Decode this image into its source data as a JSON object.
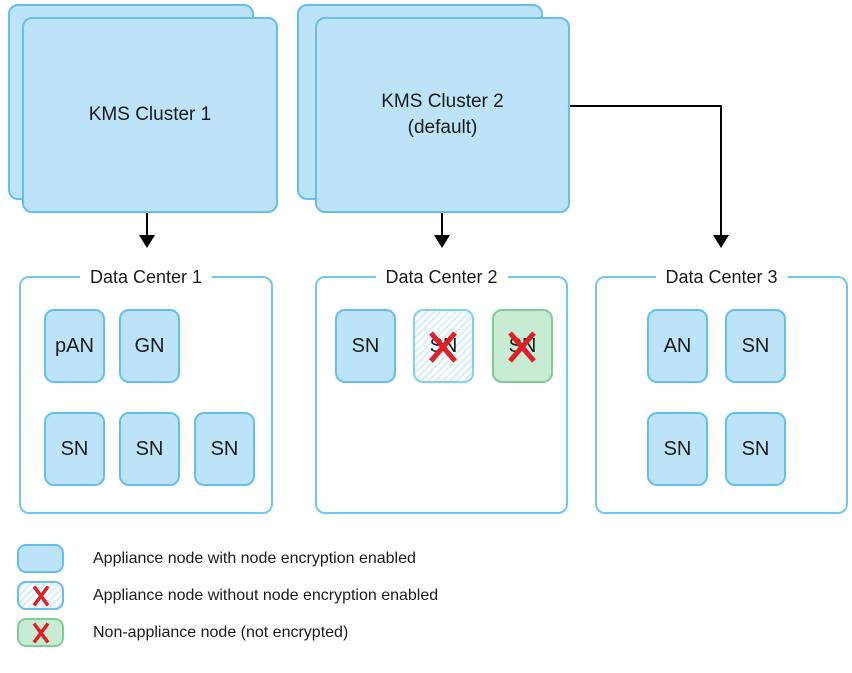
{
  "clusters": [
    {
      "label": "KMS Cluster 1",
      "sublabel": ""
    },
    {
      "label": "KMS Cluster 2",
      "sublabel": "(default)"
    }
  ],
  "data_centers": [
    {
      "title": "Data Center 1",
      "nodes": [
        {
          "label": "pAN",
          "type": "appliance-encrypted"
        },
        {
          "label": "GN",
          "type": "appliance-encrypted"
        },
        {
          "label": "SN",
          "type": "appliance-encrypted"
        },
        {
          "label": "SN",
          "type": "appliance-encrypted"
        },
        {
          "label": "SN",
          "type": "appliance-encrypted"
        }
      ]
    },
    {
      "title": "Data Center 2",
      "nodes": [
        {
          "label": "SN",
          "type": "appliance-encrypted"
        },
        {
          "label": "SN",
          "type": "appliance-not-encrypted"
        },
        {
          "label": "SN",
          "type": "non-appliance"
        }
      ]
    },
    {
      "title": "Data Center 3",
      "nodes": [
        {
          "label": "AN",
          "type": "appliance-encrypted"
        },
        {
          "label": "SN",
          "type": "appliance-encrypted"
        },
        {
          "label": "SN",
          "type": "appliance-encrypted"
        },
        {
          "label": "SN",
          "type": "appliance-encrypted"
        }
      ]
    }
  ],
  "legend": {
    "items": [
      {
        "label": "Appliance node with node encryption enabled"
      },
      {
        "label": "Appliance node without node encryption enabled"
      },
      {
        "label": "Non-appliance node (not encrypted)"
      }
    ]
  },
  "colors": {
    "node_fill": "#bde3f8",
    "node_border": "#64bfef",
    "dc_border": "#6fc8f3",
    "green_fill": "#c8ebd4",
    "green_border": "#7ecb97",
    "hatch_stripe": "#d4ecfb",
    "x_mark": "#e01e25",
    "arrow": "#000000"
  }
}
